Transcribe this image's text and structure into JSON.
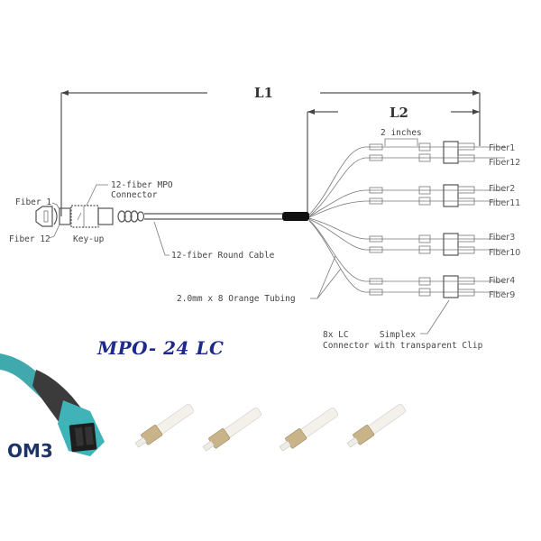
{
  "diagram": {
    "dimensions": {
      "l1": "L1",
      "l2": "L2",
      "spacing": "2 inches"
    },
    "mpo_end": {
      "connector_label_line1": "12-fiber MPO",
      "connector_label_line2": "Connector",
      "fiber_top": "Fiber 1",
      "fiber_bottom": "Fiber 12",
      "key": "Key-up"
    },
    "cable_label": "12-fiber Round Cable",
    "tubing_label": "2.0mm x 8 Orange Tubing",
    "lc_label_line1": "8x LC      Simplex",
    "lc_label_line2": "Connector with transparent Clip",
    "fiber_pairs": [
      {
        "top": "Fiber1",
        "bottom": "Fiber12"
      },
      {
        "top": "Fiber2",
        "bottom": "Fiber11"
      },
      {
        "top": "Fiber3",
        "bottom": "Fiber10"
      },
      {
        "top": "Fiber4",
        "bottom": "Fiber9"
      }
    ]
  },
  "product": {
    "title": "MPO- 24 LC",
    "grade": "OM3",
    "lc_connector_count": 4
  },
  "colors": {
    "title_blue": "#1d2a8c",
    "grade_navy": "#1e3466",
    "aqua_boot": "#3fb3b8",
    "lc_beige": "#c9b48a"
  }
}
